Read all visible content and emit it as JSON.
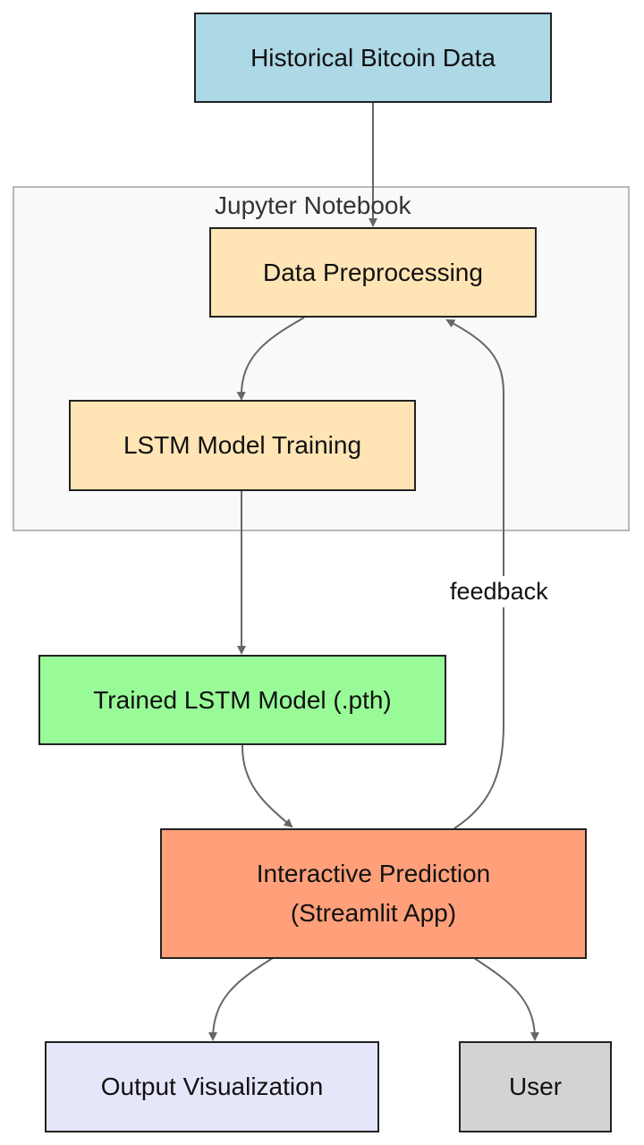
{
  "colors": {
    "data_source": "#add8e6",
    "notebook_step": "#ffe4b5",
    "model": "#98fb98",
    "app": "#ffa07a",
    "output": "#e6e6fa",
    "user": "#d3d3d3",
    "edge": "#666666",
    "cluster_border": "#b8b8b8",
    "cluster_fill": "#f9f9f9"
  },
  "cluster": {
    "title": "Jupyter Notebook"
  },
  "nodes": {
    "historical_data": {
      "label": "Historical Bitcoin Data"
    },
    "preprocessing": {
      "label": "Data Preprocessing"
    },
    "lstm_training": {
      "label": "LSTM Model Training"
    },
    "trained_model": {
      "label": "Trained LSTM Model (.pth)"
    },
    "interactive_prediction": {
      "line1": "Interactive Prediction",
      "line2": "(Streamlit App)"
    },
    "output_visualization": {
      "label": "Output Visualization"
    },
    "user": {
      "label": "User"
    }
  },
  "edges": [
    {
      "from": "historical_data",
      "to": "preprocessing",
      "label": ""
    },
    {
      "from": "preprocessing",
      "to": "lstm_training",
      "label": ""
    },
    {
      "from": "lstm_training",
      "to": "trained_model",
      "label": ""
    },
    {
      "from": "trained_model",
      "to": "interactive_prediction",
      "label": ""
    },
    {
      "from": "interactive_prediction",
      "to": "preprocessing",
      "label": "feedback"
    },
    {
      "from": "interactive_prediction",
      "to": "output_visualization",
      "label": ""
    },
    {
      "from": "interactive_prediction",
      "to": "user",
      "label": ""
    }
  ]
}
